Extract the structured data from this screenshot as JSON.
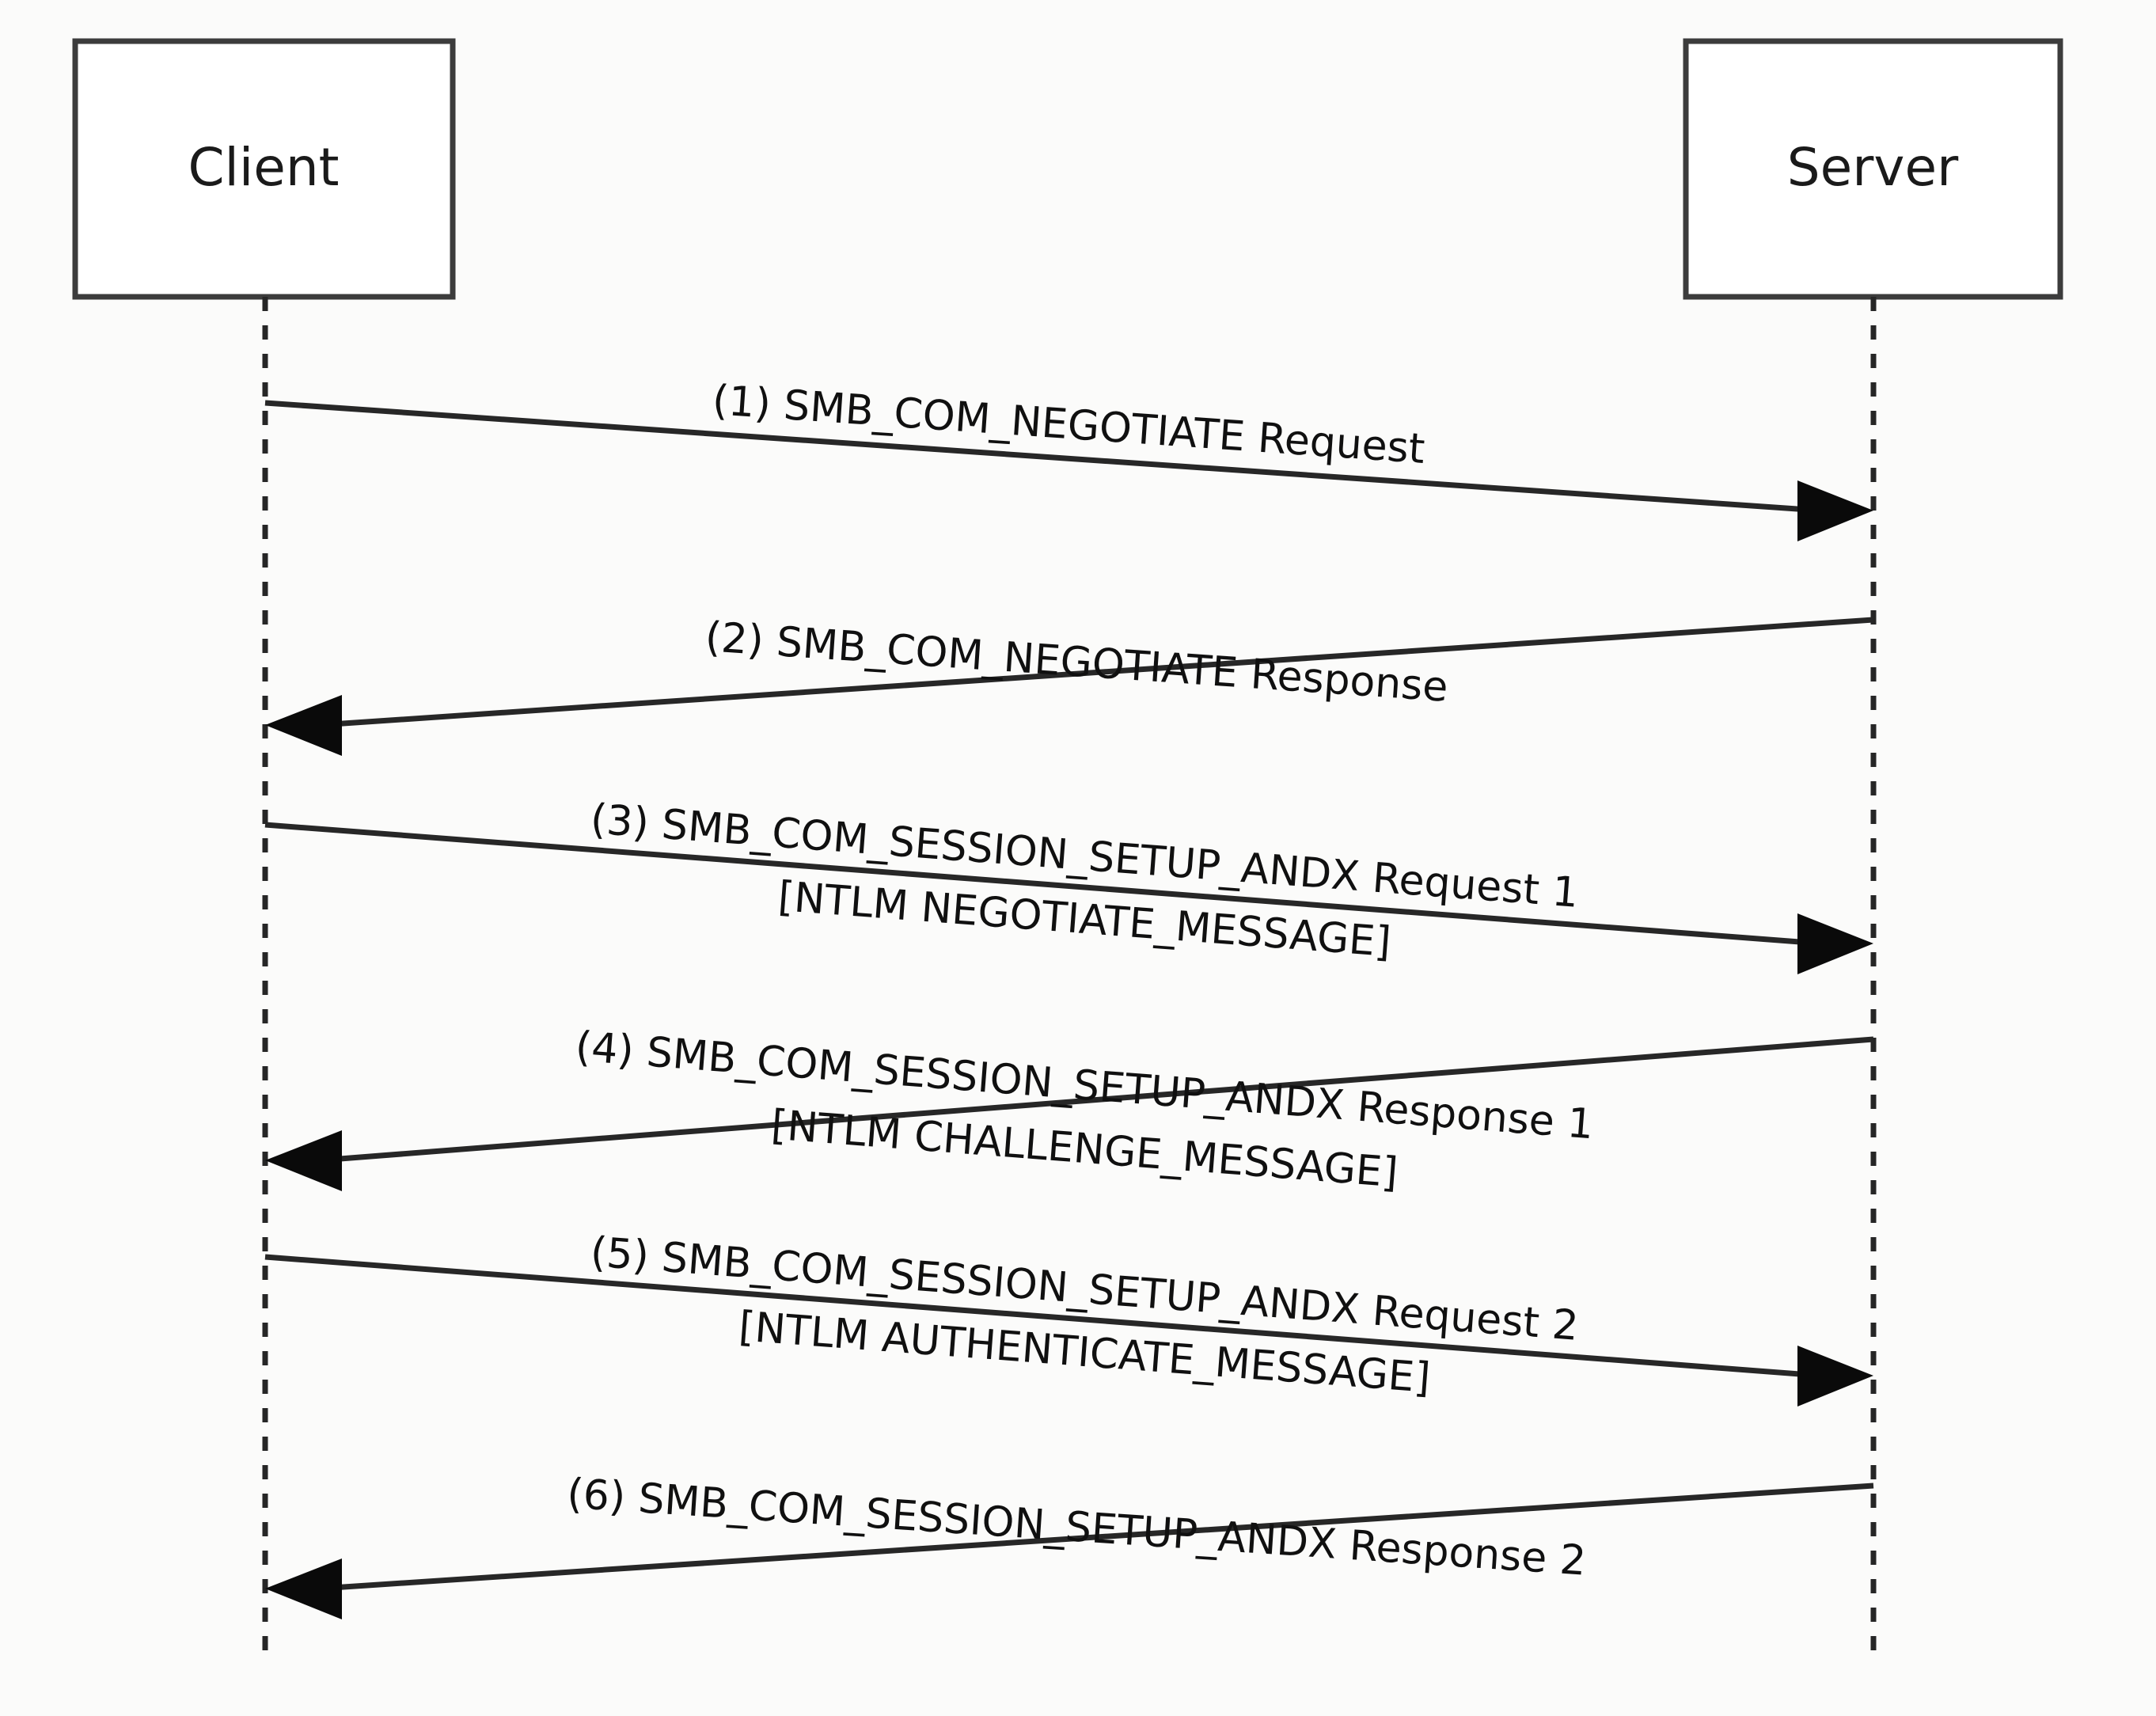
{
  "diagram": {
    "type": "sequence-diagram",
    "title": "SMB NTLM authentication message sequence",
    "background_color": "#fbfbfa",
    "line_color": "#272727",
    "text_color": "#101010"
  },
  "participants": [
    {
      "id": "client",
      "label": "Client"
    },
    {
      "id": "server",
      "label": "Server"
    }
  ],
  "messages": [
    {
      "number": "(1)",
      "lines": [
        "(1) SMB_COM_NEGOTIATE Request"
      ],
      "from": "client",
      "to": "server",
      "direction": "right"
    },
    {
      "number": "(2)",
      "lines": [
        "(2) SMB_COM_NEGOTIATE Response"
      ],
      "from": "server",
      "to": "client",
      "direction": "left"
    },
    {
      "number": "(3)",
      "lines": [
        "(3) SMB_COM_SESSION_SETUP_ANDX Request 1",
        "[NTLM NEGOTIATE_MESSAGE]"
      ],
      "from": "client",
      "to": "server",
      "direction": "right"
    },
    {
      "number": "(4)",
      "lines": [
        "(4) SMB_COM_SESSION_SETUP_ANDX Response 1",
        "[NTLM CHALLENGE_MESSAGE]"
      ],
      "from": "server",
      "to": "client",
      "direction": "left"
    },
    {
      "number": "(5)",
      "lines": [
        "(5) SMB_COM_SESSION_SETUP_ANDX Request 2",
        "[NTLM AUTHENTICATE_MESSAGE]"
      ],
      "from": "client",
      "to": "server",
      "direction": "right"
    },
    {
      "number": "(6)",
      "lines": [
        "(6) SMB_COM_SESSION_SETUP_ANDX Response 2"
      ],
      "from": "server",
      "to": "client",
      "direction": "left"
    }
  ]
}
